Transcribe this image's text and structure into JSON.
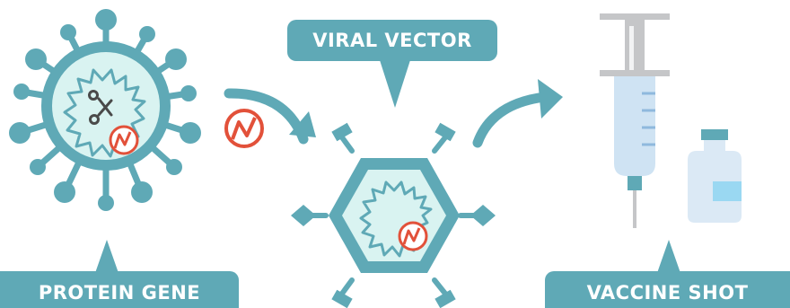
{
  "labels": {
    "protein_gene": "PROTEIN GENE",
    "viral_vector": "VIRAL VECTOR",
    "vaccine_shot": "VACCINE SHOT"
  },
  "icons": [
    "virus-icon",
    "scissors-icon",
    "gene-icon",
    "curved-arrow-icon",
    "viral-vector-icon",
    "syringe-icon",
    "vial-icon"
  ],
  "colors": {
    "teal": "#5fa9b6",
    "light_teal": "#d9f3f1",
    "gene_red": "#e2513a",
    "device_blue": "#cfe3f3",
    "device_gray": "#c5c6c8"
  }
}
